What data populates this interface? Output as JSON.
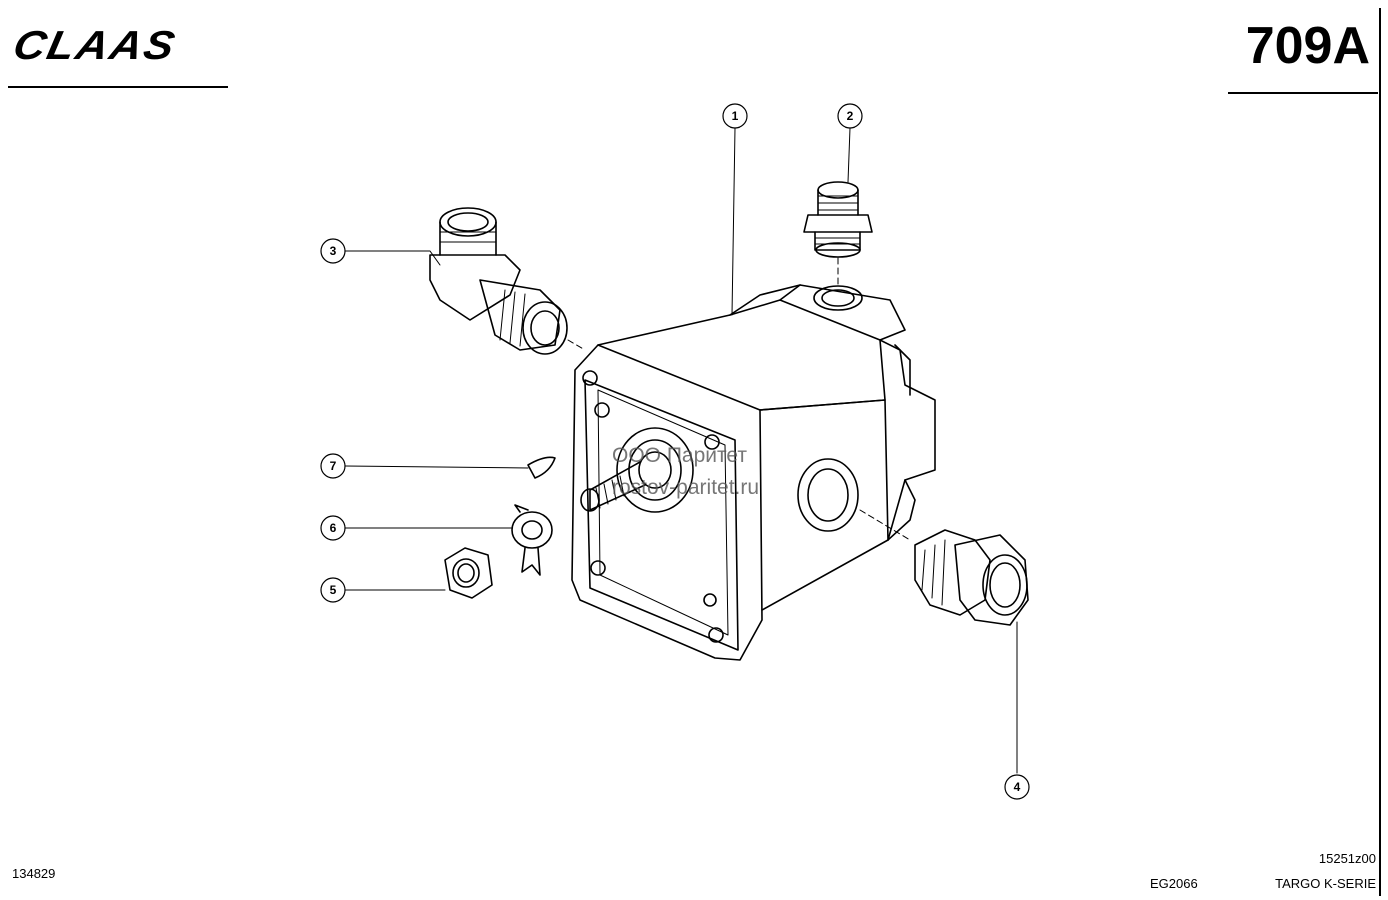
{
  "header": {
    "brand": "CLAAS",
    "page_code": "709A"
  },
  "watermark": {
    "line1": "ООО Паритет",
    "line2": "rostov-paritet.ru"
  },
  "callouts": [
    "1",
    "2",
    "3",
    "4",
    "5",
    "6",
    "7"
  ],
  "footer": {
    "image_number": "134829",
    "drawing_code": "15251z00",
    "model_code": "EG2066",
    "series": "TARGO K-SERIE"
  }
}
